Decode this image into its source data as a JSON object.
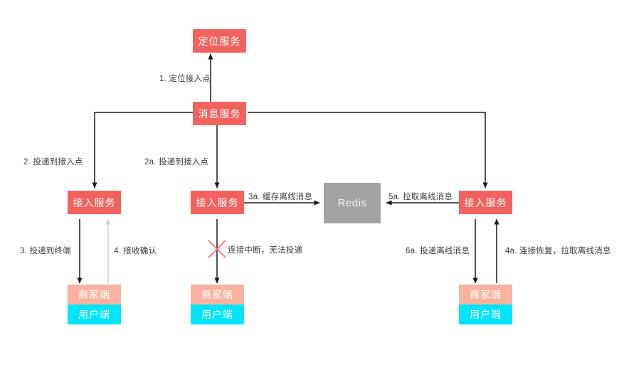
{
  "diagram": {
    "title_nodes": {
      "locate_service": "定位服务",
      "message_service": "消息服务",
      "access_service_left": "接入服务",
      "access_service_mid": "接入服务",
      "access_service_right": "接入服务",
      "redis": "Redis",
      "merchant_left": "商家端",
      "user_left": "用户端",
      "merchant_mid": "商家端",
      "user_mid": "用户端",
      "merchant_right": "商家端",
      "user_right": "用户端"
    },
    "edge_labels": {
      "e1": "1. 定位接入点",
      "e2": "2. 投递到接入点",
      "e2a": "2a. 投递到接入点",
      "e3": "3. 投递到终端",
      "e4": "4. 接收确认",
      "e3a": "3a. 缓存离线消息",
      "e5a": "5a. 拉取离线消息",
      "e_broken": "连接中断，无法投递",
      "e6a": "6a. 投递离线消息",
      "e4a": "4a. 连接恢复，拉取离线消息"
    },
    "colors": {
      "red": "#F2635F",
      "gray": "#A3A3A3",
      "salmon": "#F9B3A0",
      "cyan": "#00E5FB",
      "line": "#1a1a1a",
      "line_faint": "#cfcfcf",
      "cross": "#F08080",
      "background": "#ffffff",
      "label_text": "#3b3b3b"
    }
  }
}
